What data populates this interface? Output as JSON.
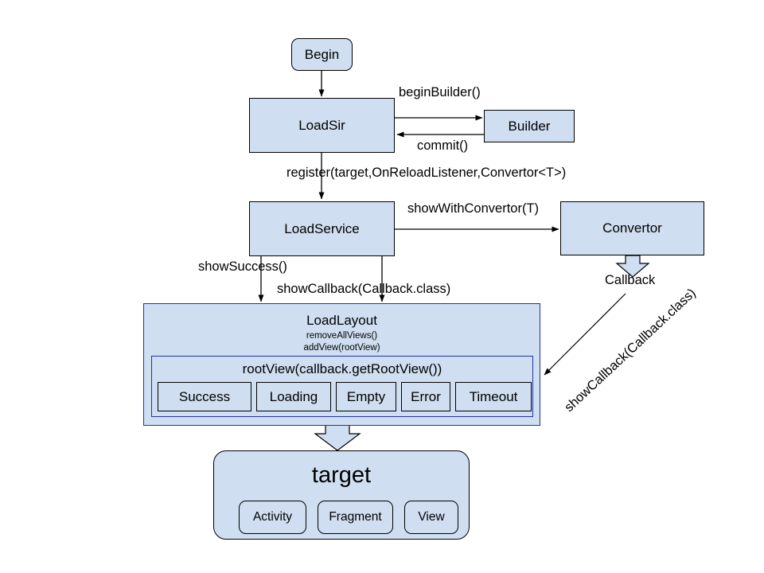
{
  "diagram": {
    "title_nodes": {
      "begin": "Begin",
      "loadsir": "LoadSir",
      "builder": "Builder",
      "loadservice": "LoadService",
      "convertor": "Convertor",
      "loadlayout": "LoadLayout",
      "loadlayout_sub1": "removeAllViews()",
      "loadlayout_sub2": "addView(rootView)",
      "rootview": "rootView(callback.getRootView())",
      "target": "target"
    },
    "states": [
      {
        "label": "Success"
      },
      {
        "label": "Loading"
      },
      {
        "label": "Empty"
      },
      {
        "label": "Error"
      },
      {
        "label": "Timeout"
      }
    ],
    "target_children": [
      {
        "label": "Activity"
      },
      {
        "label": "Fragment"
      },
      {
        "label": "View"
      }
    ],
    "edge_labels": {
      "begin_builder": "beginBuilder()",
      "commit": "commit()",
      "register": "register(target,OnReloadListener,Convertor<T>)",
      "show_with_convertor": "showWithConvertor(T)",
      "show_success": "showSuccess()",
      "show_callback": "showCallback(Callback.class)",
      "callback": "Callback",
      "show_callback_diagonal": "showCallback(Callback.class)"
    },
    "colors": {
      "node_fill": "#cfdef0",
      "node_stroke": "#000000",
      "inner_stroke": "#2233aa",
      "arrow": "#000000",
      "background": "#ffffff"
    }
  }
}
